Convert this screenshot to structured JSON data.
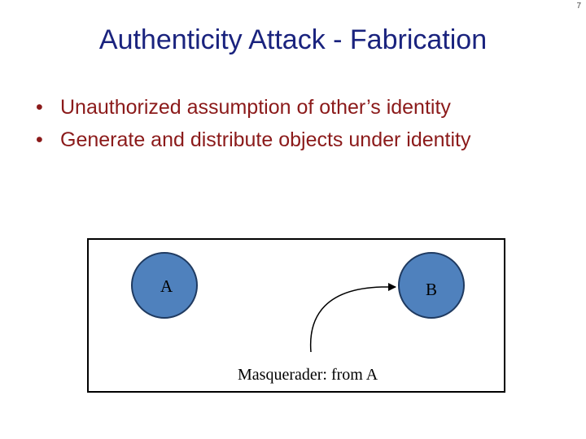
{
  "slide": {
    "page_number": "7",
    "title": "Authenticity Attack - Fabrication",
    "bullets": [
      "Unauthorized assumption of other’s identity",
      "Generate and distribute objects under identity"
    ]
  },
  "diagram": {
    "node_a_label": "A",
    "node_b_label": "B",
    "caption": "Masquerader: from A",
    "node_fill": "#4f81bd",
    "node_stroke": "#1f3a60"
  }
}
